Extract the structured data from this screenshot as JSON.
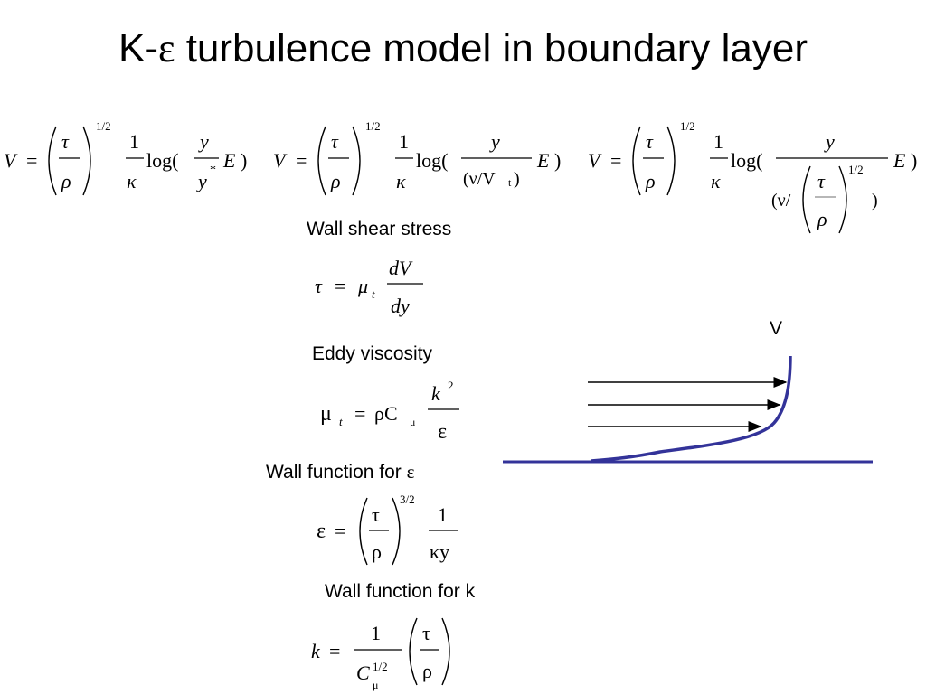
{
  "title": {
    "prefix": "K-",
    "epsilon": "ε",
    "suffix": " turbulence model in boundary layer"
  },
  "equations": {
    "log_law_1": "V = (τ/ρ)^(1/2) (1/κ) log( (y/y*) E )",
    "log_law_2": "V = (τ/ρ)^(1/2) (1/κ) log( (y/(ν/Vt)) E )",
    "log_law_3": "V = (τ/ρ)^(1/2) (1/κ) log( (y/(ν/(τ/ρ)^(1/2))) E )",
    "wall_shear": "τ = μt dV/dy",
    "eddy_viscosity": "μt = ρCμ k²/ε",
    "wall_function_eps": "ε = (τ/ρ)^(3/2) 1/(κy)",
    "wall_function_k": "k = 1/Cμ^(1/2) (τ/ρ)"
  },
  "labels": {
    "wall_shear": "Wall shear stress",
    "eddy_viscosity": "Eddy viscosity",
    "wall_function_eps_prefix": "Wall function for ",
    "wall_function_eps_symbol": "ε",
    "wall_function_k": "Wall function for k"
  },
  "diagram": {
    "velocity_label": "V",
    "profile_color": "#333399",
    "arrow_color": "#000000"
  },
  "sym": {
    "V": "V",
    "eq": "=",
    "tau": "τ",
    "rho": "ρ",
    "one": "1",
    "kappa": "κ",
    "log": "log(",
    "y": "y",
    "ystar": "*",
    "E": "E",
    "rpar": ")",
    "half": "1/2",
    "threehalf": "3/2",
    "nu_vt": "(ν/V",
    "t": "t",
    "lpar_nu": "(ν/",
    "mu": "μ",
    "dV": "dV",
    "dy": "dy",
    "rhoC": "ρC",
    "k": "k",
    "two": "2",
    "eps": "ε",
    "kappay": "κy",
    "C": "C"
  }
}
